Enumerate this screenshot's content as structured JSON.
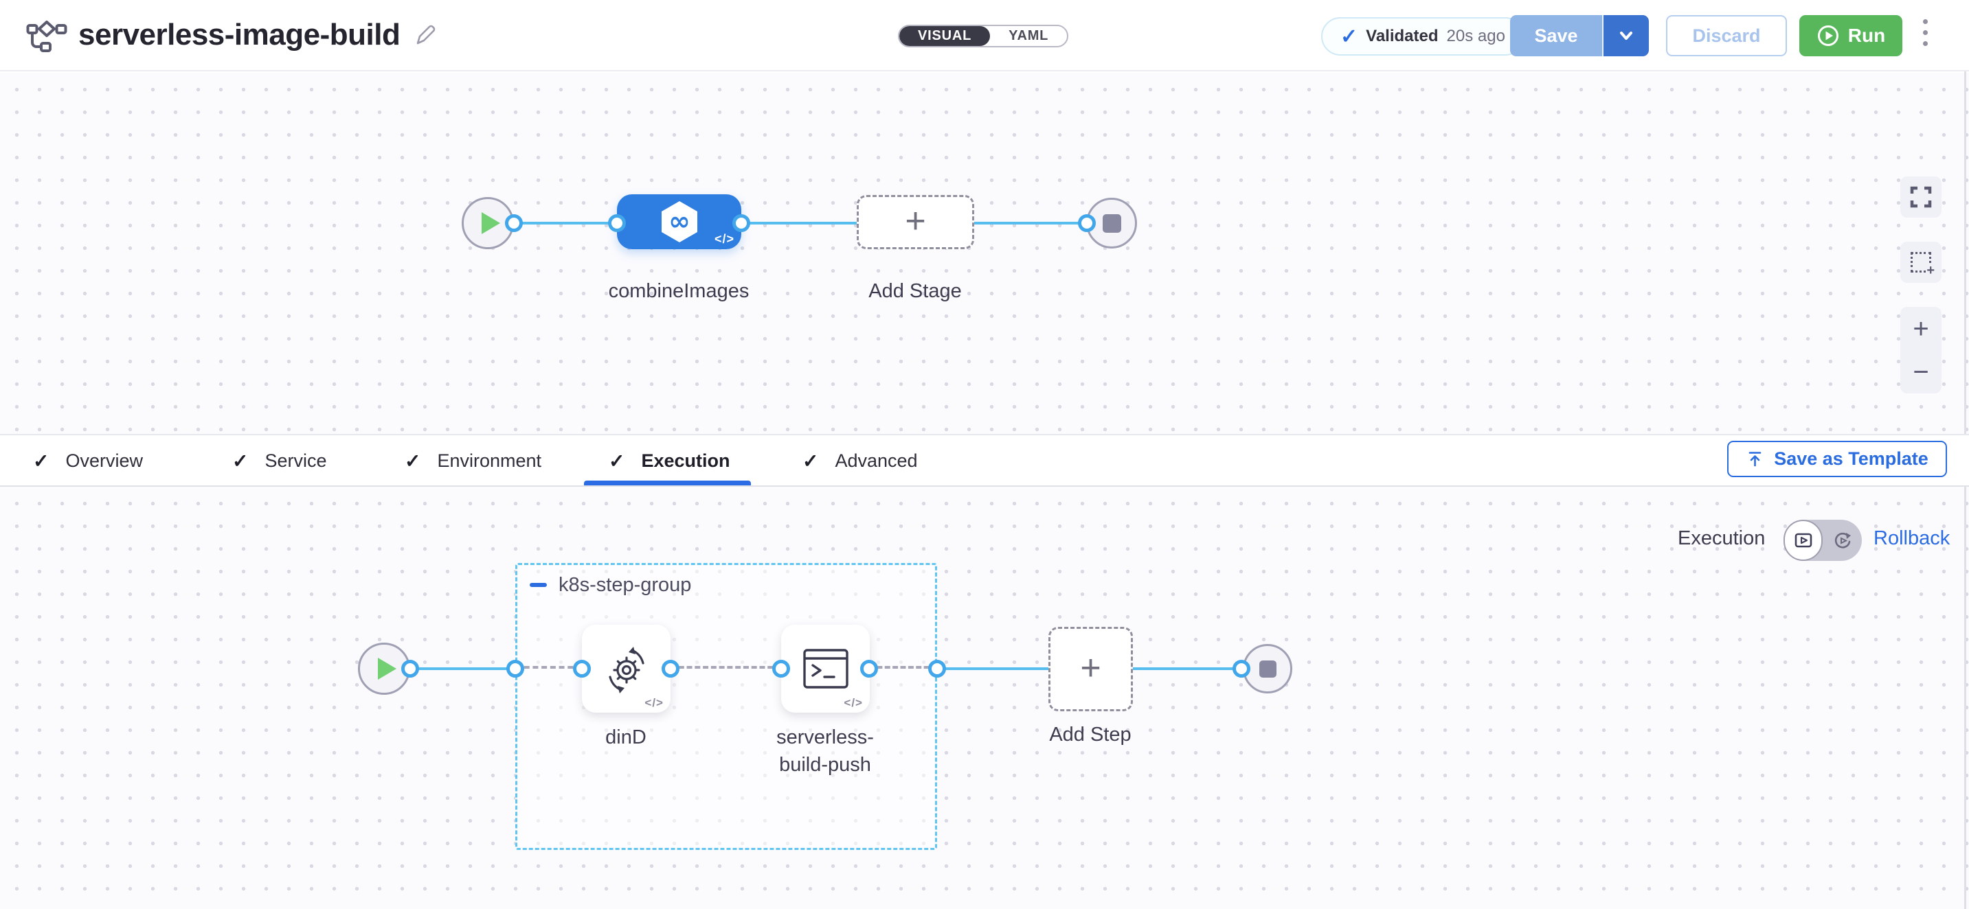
{
  "header": {
    "title": "serverless-image-build",
    "mode_toggle": {
      "visual": "VISUAL",
      "yaml": "YAML"
    },
    "validated": {
      "check": "✓",
      "label": "Validated",
      "time": "20s ago"
    },
    "save_label": "Save",
    "discard_label": "Discard",
    "run_label": "Run"
  },
  "stage_canvas": {
    "stages": [
      {
        "label": "combineImages"
      }
    ],
    "add_stage_label": "Add Stage"
  },
  "tabs": [
    {
      "label": "Overview",
      "check": "✓"
    },
    {
      "label": "Service",
      "check": "✓"
    },
    {
      "label": "Environment",
      "check": "✓"
    },
    {
      "label": "Execution",
      "check": "✓",
      "active": true
    },
    {
      "label": "Advanced",
      "check": "✓"
    }
  ],
  "save_as_template_label": "Save as Template",
  "execution_canvas": {
    "header_label": "Execution",
    "rollback_label": "Rollback",
    "group": {
      "label": "k8s-step-group",
      "steps": [
        {
          "label": "dinD"
        },
        {
          "label": "serverless-build-push"
        }
      ]
    },
    "add_step_label": "Add Step"
  },
  "icons": {
    "plus": "+",
    "minus": "−",
    "code_badge": "</>"
  },
  "colors": {
    "accent_blue": "#2b6ce0",
    "node_blue": "#2d7ee0",
    "flow_line_blue": "#57bdee",
    "group_dash_blue": "#62c4f0",
    "run_green": "#58b75b",
    "save_disabled_blue": "#8fb4e6",
    "save_caret_blue": "#3a72cf",
    "discard_text_blue": "#a9c4ec",
    "toggle_dark": "#3a3a47",
    "canvas_bg": "#fbfbfe"
  }
}
